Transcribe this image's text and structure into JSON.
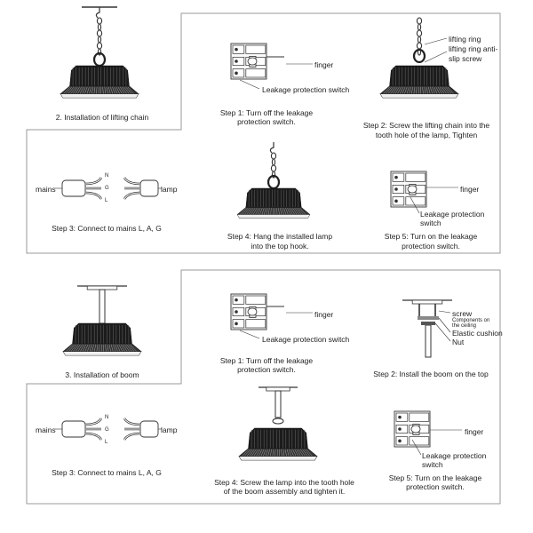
{
  "chain_section": {
    "title": "2. Installation of lifting chain",
    "step1": {
      "line1": "Step 1: Turn off the leakage",
      "line2": "protection switch.",
      "finger": "finger",
      "switch_label": "Leakage protection switch"
    },
    "step2": {
      "line1": "Step 2: Screw the lifting chain into the",
      "line2": "tooth hole of the lamp,   Tighten",
      "ring": "lifting ring",
      "screw1": "lifting ring anti-",
      "screw2": "slip screw"
    },
    "step3": {
      "caption": "Step 3: Connect to mains L, A, G",
      "mains": "mains",
      "lamp": "lamp",
      "n": "N",
      "g": "G",
      "l": "L"
    },
    "step4": {
      "line1": "Step 4: Hang the installed lamp",
      "line2": "into the top hook."
    },
    "step5": {
      "line1": "Step 5: Turn on the leakage",
      "line2": "protection switch.",
      "finger": "finger",
      "switch1": "Leakage protection",
      "switch2": "switch"
    }
  },
  "boom_section": {
    "title": "3. Installation of boom",
    "step1": {
      "line1": "Step 1: Turn off the leakage",
      "line2": "protection switch.",
      "finger": "finger",
      "switch_label": "Leakage protection switch"
    },
    "step2": {
      "caption": "Step 2: Install the boom on the top",
      "screw": "screw",
      "components1": "Components on",
      "components2": "the ceiling",
      "cushion": "Elastic cushion",
      "nut": "Nut"
    },
    "step3": {
      "caption": "Step 3: Connect to mains L, A, G",
      "mains": "mains",
      "lamp": "lamp",
      "n": "N",
      "g": "G",
      "l": "L"
    },
    "step4": {
      "line1": "Step 4: Screw the lamp into the tooth hole",
      "line2": "of the boom assembly and tighten it."
    },
    "step5": {
      "line1": "Step 5: Turn on the leakage",
      "line2": "protection switch.",
      "finger": "finger",
      "switch1": "Leakage protection",
      "switch2": "switch"
    }
  }
}
